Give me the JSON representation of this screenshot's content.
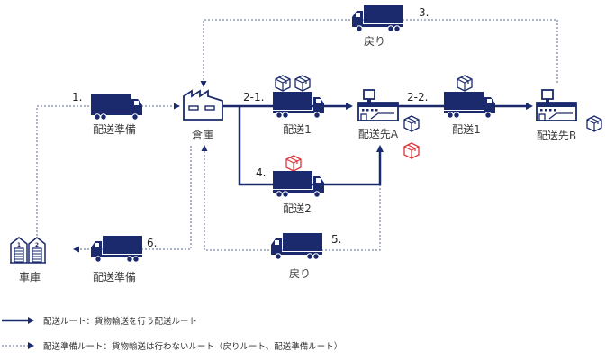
{
  "colors": {
    "primary": "#1a2a6c",
    "dashed": "#5a6a9a",
    "red_box": "#e0343a",
    "text": "#333333"
  },
  "nodes": {
    "garage": {
      "label": "車庫",
      "icon": "garage-icon",
      "doors": [
        "1",
        "2"
      ]
    },
    "warehouse": {
      "label": "倉庫",
      "icon": "factory-icon"
    },
    "dest_a": {
      "label": "配送先A",
      "icon": "store-icon"
    },
    "dest_b": {
      "label": "配送先B",
      "icon": "store-icon"
    }
  },
  "trucks": [
    {
      "id": "t1",
      "step": "1.",
      "label": "配送準備",
      "route": "dashed",
      "cargo": []
    },
    {
      "id": "t21",
      "step": "2-1.",
      "label": "配送1",
      "route": "solid",
      "cargo": [
        "box",
        "box"
      ]
    },
    {
      "id": "t22",
      "step": "2-2.",
      "label": "配送1",
      "route": "solid",
      "cargo": [
        "box"
      ]
    },
    {
      "id": "t3",
      "step": "3.",
      "label": "戻り",
      "route": "dashed",
      "cargo": []
    },
    {
      "id": "t4",
      "step": "4.",
      "label": "配送2",
      "route": "solid",
      "cargo": [
        "red-box"
      ]
    },
    {
      "id": "t5",
      "step": "5.",
      "label": "戻り",
      "route": "dashed",
      "cargo": []
    },
    {
      "id": "t6",
      "step": "6.",
      "label": "配送準備",
      "route": "dashed",
      "cargo": []
    }
  ],
  "delivered": {
    "dest_a": [
      "box",
      "red-box"
    ],
    "dest_b": [
      "box"
    ]
  },
  "legend": [
    {
      "style": "solid",
      "text": "配送ルート：貨物輸送を行う配送ルート"
    },
    {
      "style": "dashed",
      "text": "配送準備ルート：貨物輸送は行わないルート（戻りルート、配送準備ルート）"
    }
  ]
}
